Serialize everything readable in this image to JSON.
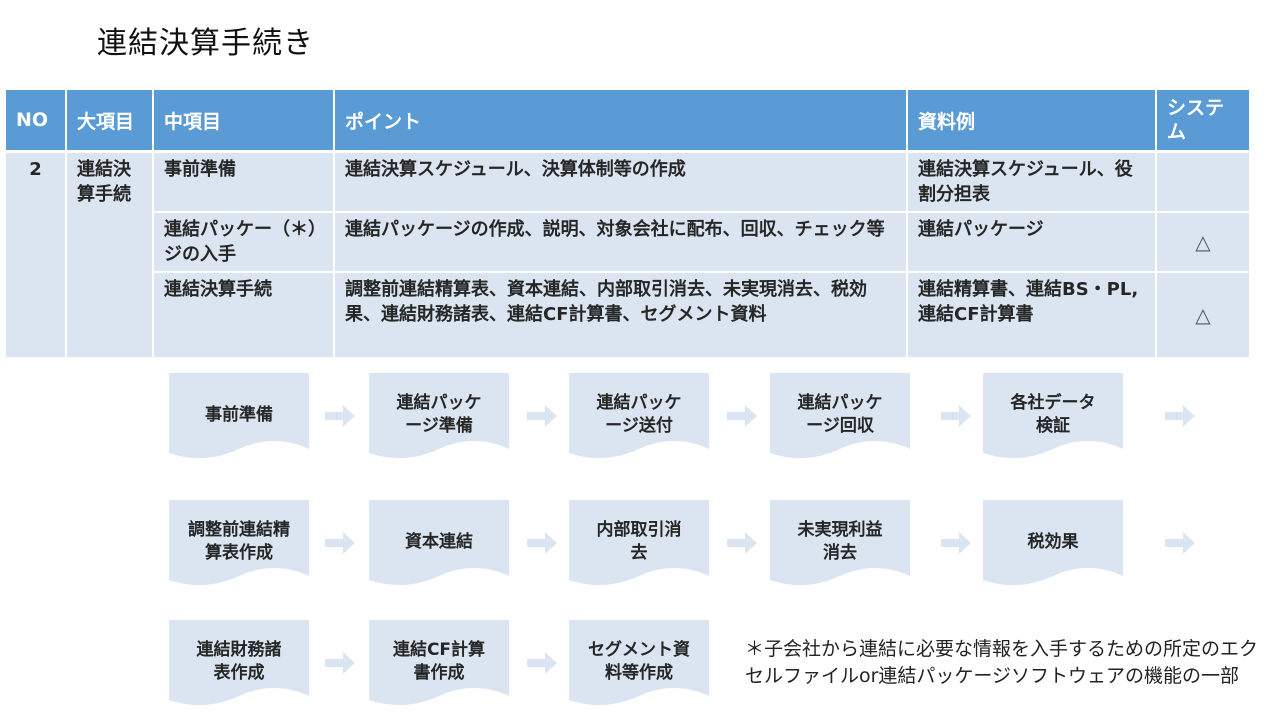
{
  "title": "連結決算手続き",
  "table": {
    "headers": [
      "NO",
      "大項目",
      "中項目",
      "ポイント",
      "資料例",
      "システム"
    ],
    "no": "2",
    "category": "連結決算手続",
    "rows": [
      {
        "item": "事前準備",
        "point": "連結決算スケジュール、決算体制等の作成",
        "material": "連結決算スケジュール、役割分担表",
        "system": ""
      },
      {
        "item": "連結パッケー（＊）ジの入手",
        "point": "連結パッケージの作成、説明、対象会社に配布、回収、チェック等",
        "material": "連結パッケージ",
        "system": "△"
      },
      {
        "item": "連結決算手続",
        "point": "調整前連結精算表、資本連結、内部取引消去、未実現消去、税効果、連結財務諸表、連結CF計算書、セグメント資料",
        "material": "連結精算書、連結BS・PL,連結CF計算書",
        "system": "△"
      }
    ]
  },
  "flow": {
    "row1": [
      "事前準備",
      "連結パッケージ準備",
      "連結パッケージ送付",
      "連結パッケージ回収",
      "各社データ検証"
    ],
    "row2": [
      "調整前連結精算表作成",
      "資本連結",
      "内部取引消去",
      "未実現利益消去",
      "税効果"
    ],
    "row3": [
      "連結財務諸表作成",
      "連結CF計算書作成",
      "セグメント資料等作成"
    ]
  },
  "note": "＊子会社から連結に必要な情報を入手するための所定のエクセルファイルor連結パッケージソフトウェアの機能の一部",
  "colors": {
    "header": "#5b9bd5",
    "cell": "#dbe5f1",
    "flow_box": "#dbe5f1",
    "arrow": "#dbe5f1"
  }
}
